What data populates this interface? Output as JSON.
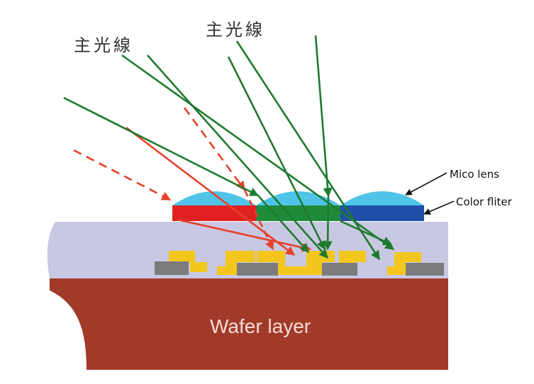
{
  "labels": {
    "main_ray_left": "主光線",
    "main_ray_right": "主光線",
    "micro_lens": "Mico lens",
    "color_filter": "Color fliter",
    "wafer": "Wafer layer"
  },
  "colors": {
    "wafer": "#a23a2a",
    "dielectric": "#c9c8e3",
    "metal": "#f3c61b",
    "photodiode": "#7c7c7c",
    "lens": "#4fc3e8",
    "filter_red": "#e02020",
    "filter_green": "#1e8a3a",
    "filter_blue": "#1f4fa8",
    "ray_green": "#1f7a2e",
    "ray_red": "#e8402a"
  }
}
